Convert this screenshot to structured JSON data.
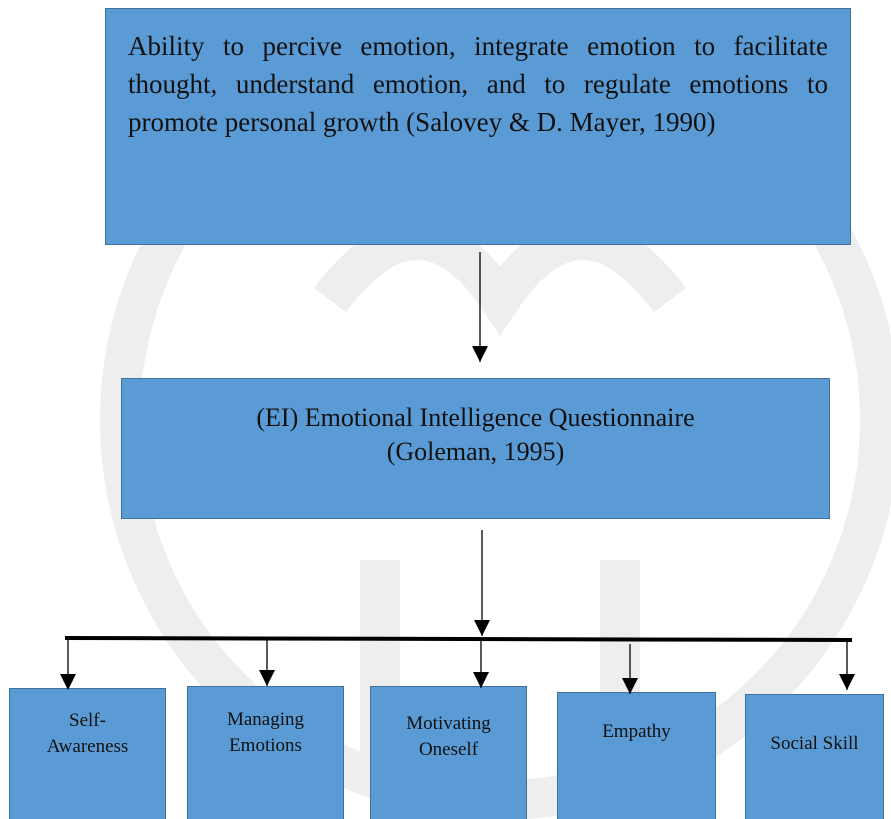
{
  "top_box": {
    "text": "Ability to percive emotion, integrate emotion to facilitate thought, understand emotion, and to regulate emotions to promote personal growth (Salovey & D. Mayer, 1990)"
  },
  "middle_box": {
    "line1": "(EI) Emotional Intelligence Questionnaire",
    "line2": "(Goleman, 1995)"
  },
  "components": [
    {
      "line1": "Self-",
      "line2": "Awareness"
    },
    {
      "line1": "Managing",
      "line2": "Emotions"
    },
    {
      "line1": "Motivating",
      "line2": "Oneself"
    },
    {
      "line1": "Empathy",
      "line2": ""
    },
    {
      "line1": "Social Skill",
      "line2": ""
    }
  ],
  "colors": {
    "box_fill": "#5b9bd5",
    "box_border": "#41719c",
    "connector": "#000000",
    "watermark": "#ececec"
  }
}
